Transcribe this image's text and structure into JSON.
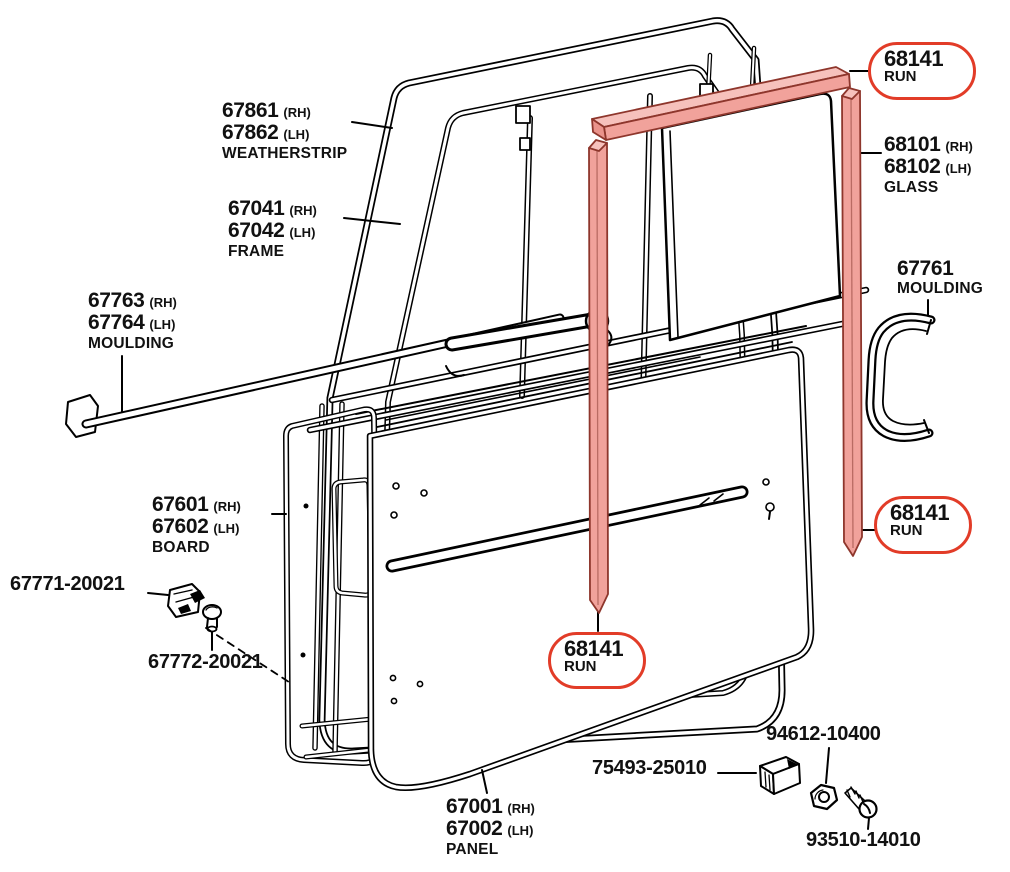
{
  "diagram": {
    "title_hint": "door assembly exploded parts diagram",
    "background": "#ffffff",
    "line_color": "#000000",
    "accent_red": "#e23c28",
    "highlight_fill": "#f1a29b",
    "highlight_fill_light": "#f6c1bc",
    "highlight_edge": "#8e362c"
  },
  "labels": {
    "weatherstrip": {
      "line1": {
        "num": "67861",
        "suf": "(RH)"
      },
      "line2": {
        "num": "67862",
        "suf": "(LH)"
      },
      "name": "WEATHERSTRIP"
    },
    "frame": {
      "line1": {
        "num": "67041",
        "suf": "(RH)"
      },
      "line2": {
        "num": "67042",
        "suf": "(LH)"
      },
      "name": "FRAME"
    },
    "glass": {
      "line1": {
        "num": "68101",
        "suf": "(RH)"
      },
      "line2": {
        "num": "68102",
        "suf": "(LH)"
      },
      "name": "GLASS"
    },
    "moulding_right": {
      "line1": {
        "num": "67761",
        "suf": ""
      },
      "name": "MOULDING"
    },
    "moulding_left": {
      "line1": {
        "num": "67763",
        "suf": "(RH)"
      },
      "line2": {
        "num": "67764",
        "suf": "(LH)"
      },
      "name": "MOULDING"
    },
    "board": {
      "line1": {
        "num": "67601",
        "suf": "(RH)"
      },
      "line2": {
        "num": "67602",
        "suf": "(LH)"
      },
      "name": "BOARD"
    },
    "panel": {
      "line1": {
        "num": "67001",
        "suf": "(RH)"
      },
      "line2": {
        "num": "67002",
        "suf": "(LH)"
      },
      "name": "PANEL"
    },
    "clip_a": {
      "num": "67771-20021"
    },
    "clip_b": {
      "num": "67772-20021"
    },
    "clip_c": {
      "num": "75493-25010"
    },
    "nut": {
      "num": "94612-10400"
    },
    "screw": {
      "num": "93510-14010"
    }
  },
  "callouts": {
    "run": {
      "num": "68141",
      "word": "RUN"
    }
  }
}
